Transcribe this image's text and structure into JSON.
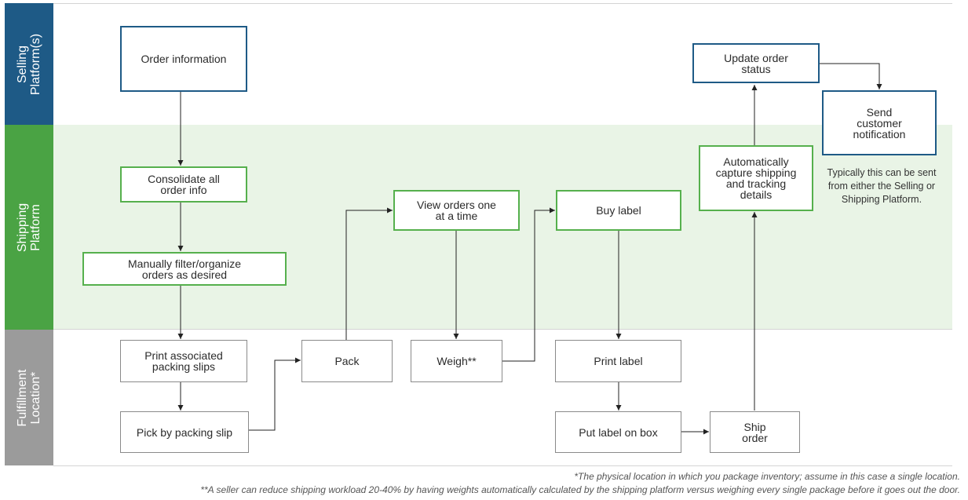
{
  "lanes": {
    "selling": "Selling\nPlatform(s)",
    "shipping": "Shipping\nPlatform",
    "fulfillment": "Fulfillment\nLocation*"
  },
  "nodes": {
    "order_information": "Order information",
    "consolidate": "Consolidate all\norder info",
    "filter": "Manually filter/organize\norders as desired",
    "print_slips": "Print associated\npacking slips",
    "pick": "Pick by packing slip",
    "pack": "Pack",
    "view_orders": "View orders one\nat a time",
    "weigh": "Weigh**",
    "buy_label": "Buy label",
    "print_label": "Print label",
    "put_label": "Put label on box",
    "ship_order": "Ship\norder",
    "capture": "Automatically\ncapture shipping\nand tracking\ndetails",
    "update_status": "Update order\nstatus",
    "send_notification": "Send\ncustomer\nnotification"
  },
  "note": "Typically this can be sent\nfrom either the Selling or\nShipping Platform.",
  "footnotes": {
    "one": "*The physical location in which you package inventory; assume in this case a single location.",
    "two": "**A seller can reduce shipping workload 20-40% by having weights automatically calculated by the shipping platform versus weighing every single package before it goes out the door."
  },
  "colors": {
    "selling_lane": "#1e5a86",
    "shipping_lane": "#4aa344",
    "fulfillment_lane": "#9b9b9b",
    "shipping_band": "#e9f4e6"
  }
}
